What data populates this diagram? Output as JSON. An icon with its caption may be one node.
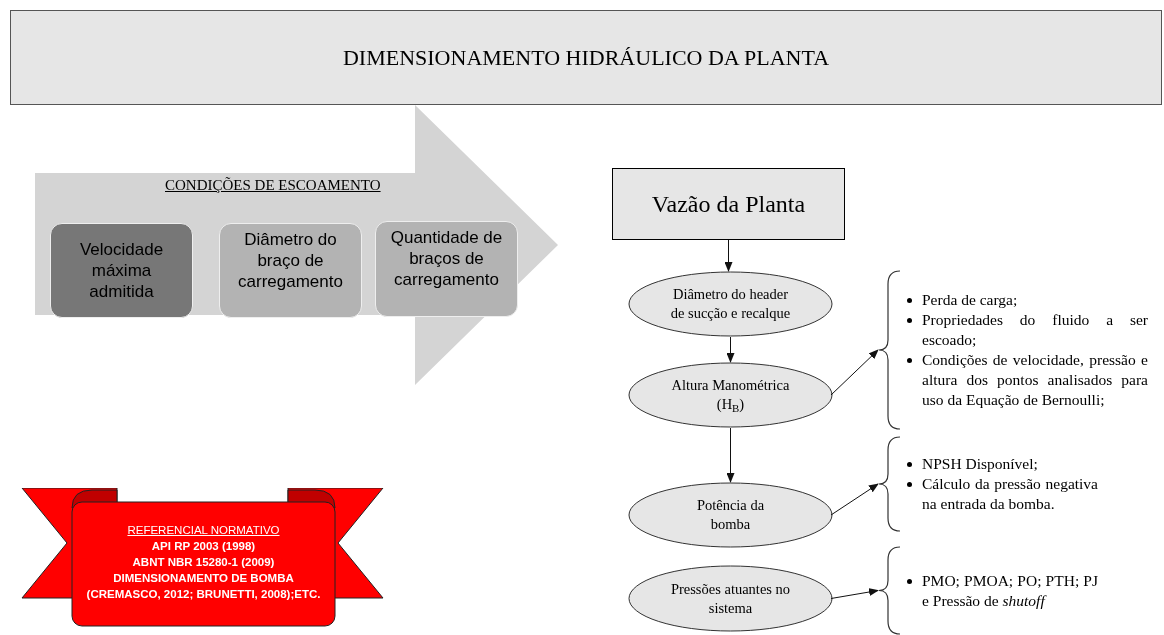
{
  "diagram": {
    "nodes": [
      {
        "text": [
          "DIMENSIONAMENTO HIDRÁULICO DA PLANTA"
        ]
      },
      {
        "text": [
          "CONDIÇÕES DE ESCOAMENTO"
        ]
      },
      {
        "text": [
          "Velocidade máxima admitida"
        ],
        "in": 1
      },
      {
        "text": [
          "Diâmetro do braço de carregamento"
        ],
        "in": 1
      },
      {
        "text": [
          "Quantidade de braços de carregamento"
        ],
        "in": 1
      },
      {
        "text": [
          "Vazão da Planta"
        ]
      },
      {
        "text": [
          "Diâmetro do header de sucção e recalque"
        ]
      },
      {
        "text": [
          "Altura Manométrica (H$_{B}$)"
        ]
      },
      {
        "text": [
          "Potência da bomba"
        ]
      },
      {
        "text": [
          "Pressões atuantes no sistema"
        ]
      },
      {
        "text": [
          "Perda de carga;",
          "Propriedades do fluido a ser escoado;",
          "Condições de velocidade, pressão e altura dos pontos analisados para uso da Equação de Bernoulli;"
        ]
      },
      {
        "text": [
          "NPSH Disponível;",
          "Cálculo da pressão negativa na entrada da bomba."
        ]
      },
      {
        "text": [
          "PMO; PMOA; PO; PTH; PJ e Pressão de *shutoff*"
        ]
      },
      {
        "text": [
          "REFERENCIAL NORMATIVO",
          "API RP 2003 (1998)",
          "ABNT NBR 15280-1 (2009)",
          "DIMENSIONAMENTO DE BOMBA",
          "(CREMASCO, 2012; BRUNETTI, 2008);ETC."
        ]
      }
    ],
    "edges": [
      {
        "from": 5,
        "to": 6,
        "arrow": "to"
      },
      {
        "from": 6,
        "to": 7,
        "arrow": "to"
      },
      {
        "from": 7,
        "to": 8,
        "arrow": "to"
      },
      {
        "from": 7,
        "to": 10,
        "arrow": "to"
      },
      {
        "from": 8,
        "to": 11,
        "arrow": "to"
      },
      {
        "from": 9,
        "to": 12,
        "arrow": "to"
      }
    ]
  }
}
